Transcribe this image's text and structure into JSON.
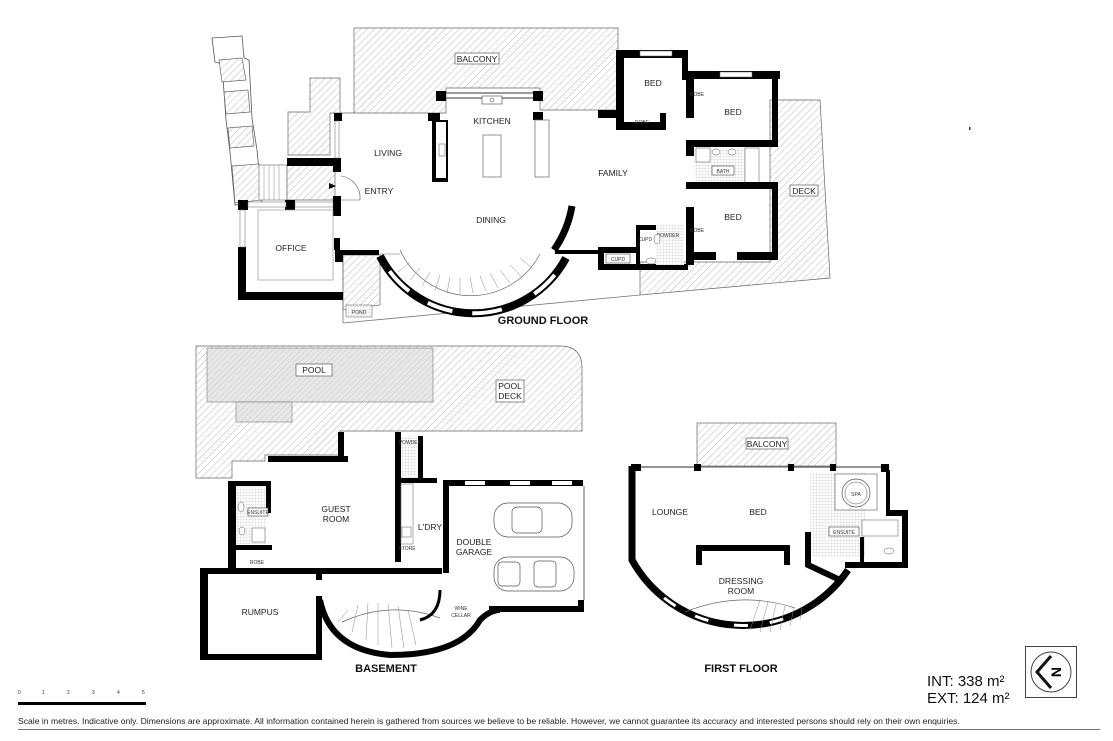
{
  "floors": {
    "ground": {
      "title": "GROUND FLOOR",
      "rooms": {
        "balcony": "BALCONY",
        "kitchen": "KITCHEN",
        "living": "LIVING",
        "entry": "ENTRY",
        "dining": "DINING",
        "family": "FAMILY",
        "office": "OFFICE",
        "pond": "POND",
        "bed1": "BED",
        "robe1": "ROBE",
        "bed2": "BED",
        "robe2": "ROBE",
        "bath": "BATH",
        "bed3": "BED",
        "robe3": "ROBE",
        "powder": "POWDER",
        "cupd_small": "CUPD",
        "cupd": "CUPD",
        "deck": "DECK"
      }
    },
    "basement": {
      "title": "BASEMENT",
      "rooms": {
        "pool": "POOL",
        "pool_deck_1": "POOL",
        "pool_deck_2": "DECK",
        "guest_room_1": "GUEST",
        "guest_room_2": "ROOM",
        "ensuite": "ENSUITE",
        "robe": "ROBE",
        "laundry": "L'DRY",
        "store": "STORE",
        "powder": "POWDER",
        "garage_1": "DOUBLE",
        "garage_2": "GARAGE",
        "rumpus": "RUMPUS",
        "wine_1": "WINE",
        "wine_2": "CELLAR"
      }
    },
    "first": {
      "title": "FIRST FLOOR",
      "rooms": {
        "balcony": "BALCONY",
        "lounge": "LOUNGE",
        "bed": "BED",
        "spa": "SPA",
        "ensuite": "ENSUITE",
        "dressing_1": "DRESSING",
        "dressing_2": "ROOM"
      }
    }
  },
  "area": {
    "internal": "INT: 338 m²",
    "external": "EXT: 124 m²"
  },
  "compass": {
    "icon": "north-arrow-icon",
    "letter": "N"
  },
  "scale": {
    "ticks": [
      "0",
      "1",
      "2",
      "3",
      "4",
      "5"
    ],
    "unit": "metres"
  },
  "disclaimer": "Scale in metres. Indicative only. Dimensions are approximate. All information contained herein is gathered from sources we believe to be reliable. However, we cannot guarantee its accuracy and interested persons should rely on their own enquiries."
}
